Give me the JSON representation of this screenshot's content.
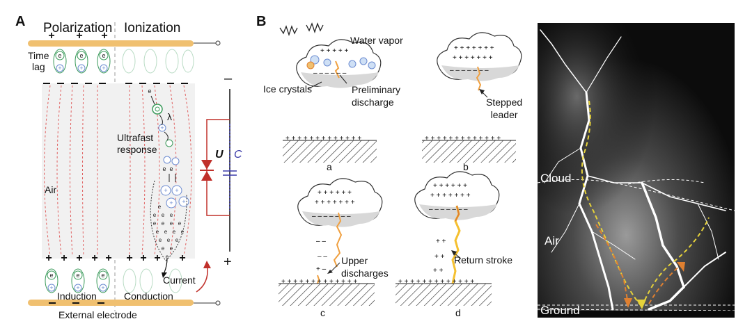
{
  "panel_a": {
    "letter": "A",
    "polarization": "Polarization",
    "ionization": "Ionization",
    "time_lag": "Time\nlag",
    "ultrafast_response": "Ultrafast\nresponse",
    "air": "Air",
    "current": "Current",
    "induction": "Induction",
    "conduction": "Conduction",
    "external_electrode": "External electrode",
    "u_label": "U",
    "c_label": "C",
    "lambda": "λ",
    "minus_sign": "–",
    "plus_sign": "+",
    "colors": {
      "electrode": "#f0c070",
      "field_line": "#e06060",
      "diode": "#c0302a",
      "capacitor": "#3a3aa8",
      "green": "#3a9a5a",
      "blue": "#6a8ad0"
    }
  },
  "panel_b": {
    "letter": "B",
    "water_vapor": "Water vapor",
    "ice_crystals": "Ice crystals",
    "preliminary_discharge": "Preliminary\ndischarge",
    "stepped_leader": "Stepped\nleader",
    "upper_discharges": "Upper\ndischarges",
    "return_stroke": "Return stroke",
    "sub_a": "a",
    "sub_b": "b",
    "sub_c": "c",
    "sub_d": "d",
    "colors": {
      "cloud_fill": "#ffffff",
      "charge_region": "#d8d8d8",
      "leader": "#f0a040",
      "return_stroke": "#f5c030"
    }
  },
  "photo": {
    "cloud": "Cloud",
    "air": "Air",
    "ground": "Ground",
    "colors": {
      "yellow_path": "#e6d23a",
      "orange_path": "#e08030"
    }
  }
}
